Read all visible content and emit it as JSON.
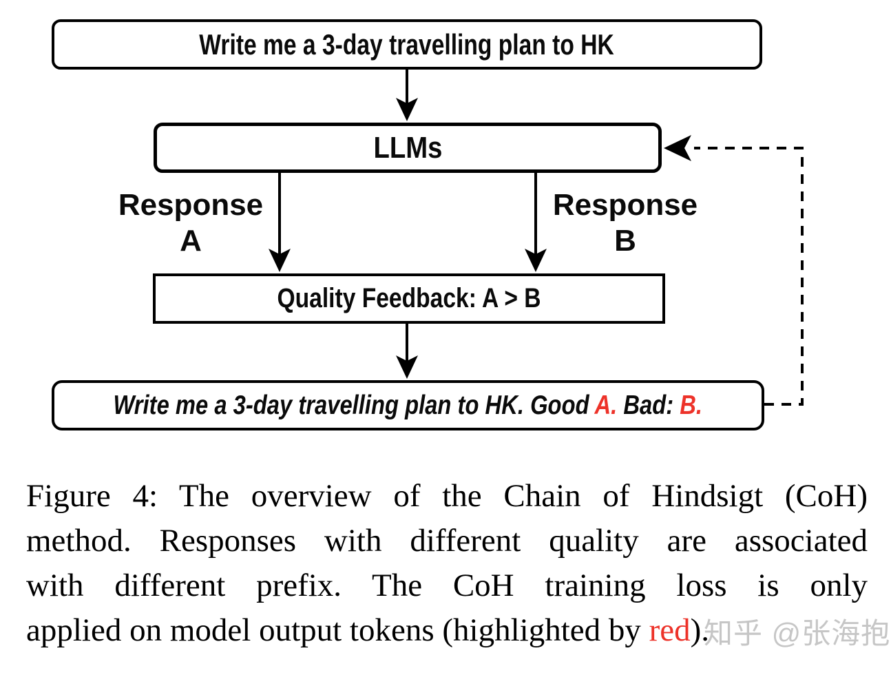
{
  "diagram": {
    "top_box_label": "Write me a 3-day travelling plan to HK",
    "llms_box_label": "LLMs",
    "response_a": {
      "line1": "Response",
      "line2": "A"
    },
    "response_b": {
      "line1": "Response",
      "line2": "B"
    },
    "feedback_box_label": "Quality Feedback: A > B",
    "bottom_box": {
      "pre": "Write me a 3-day travelling plan to HK. Good ",
      "red_a": "A.",
      "mid": " Bad: ",
      "red_b": "B."
    }
  },
  "caption": {
    "line1": "Figure 4: The overview of the Chain of Hindsigt (CoH)",
    "line2": "method. Responses with different quality are associated",
    "line3": "with different prefix.  The CoH training loss is only",
    "line4_pre": "applied on model output tokens (highlighted by ",
    "line4_red": "red",
    "line4_post": ")."
  },
  "watermark": "知乎 @张海抱",
  "colors": {
    "highlight_red": "#ed3229",
    "line_black": "#000000",
    "watermark_gray": "#c1c1c1"
  }
}
